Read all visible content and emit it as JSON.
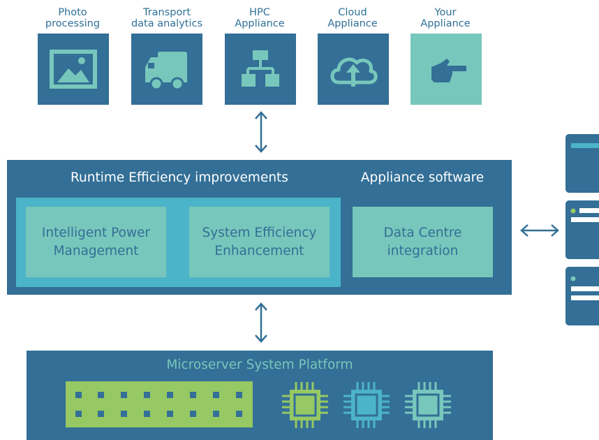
{
  "appliances": [
    {
      "label": "Photo\nprocessing",
      "icon": "image-icon"
    },
    {
      "label": "Transport\ndata analytics",
      "icon": "truck-icon"
    },
    {
      "label": "HPC\nAppliance",
      "icon": "network-hierarchy-icon"
    },
    {
      "label": "Cloud\nAppliance",
      "icon": "cloud-upload-icon"
    },
    {
      "label": "Your\nAppliance",
      "icon": "pointing-hand-icon"
    }
  ],
  "middle": {
    "runtime_title": "Runtime Efficiency improvements",
    "appliance_title": "Appliance software",
    "boxes": [
      "Intelligent Power\nManagement",
      "System Efficiency\nEnhancement",
      "Data Centre\nintegration"
    ]
  },
  "platform": {
    "title": "Microserver System Platform"
  },
  "colors": {
    "dark_blue": "#336f96",
    "teal": "#78c7bc",
    "cyan": "#4cb4c8",
    "green": "#96c864"
  }
}
